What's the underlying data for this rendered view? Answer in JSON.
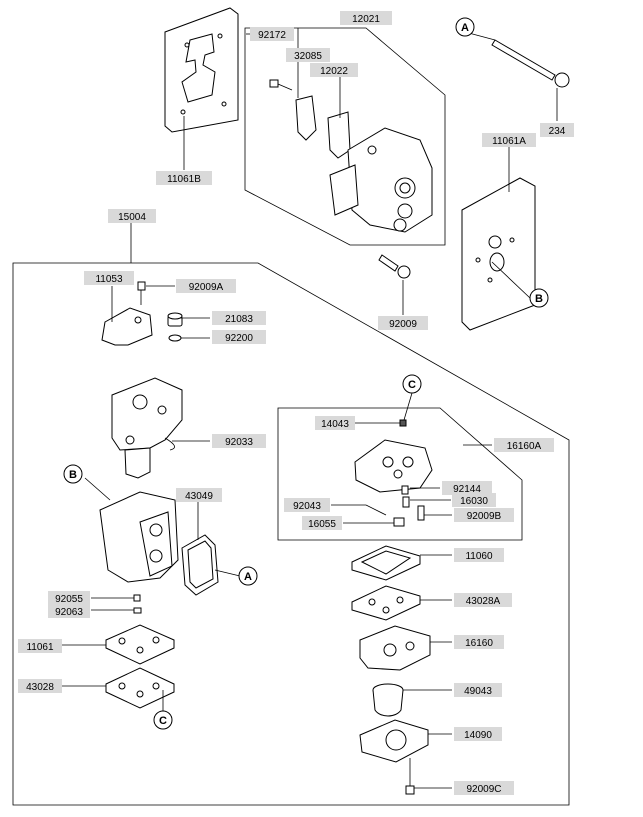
{
  "labels": {
    "p12021": "12021",
    "p92172": "92172",
    "p32085": "32085",
    "p12022": "12022",
    "p234": "234",
    "p11061A": "11061A",
    "p11061B": "11061B",
    "p15004": "15004",
    "p11053": "11053",
    "p92009A": "92009A",
    "p21083": "21083",
    "p92200": "92200",
    "p92009": "92009",
    "p14043": "14043",
    "p16160A": "16160A",
    "p92033": "92033",
    "p43049": "43049",
    "p92144": "92144",
    "p92043": "92043",
    "p16030": "16030",
    "p16055": "16055",
    "p92009B": "92009B",
    "p11060": "11060",
    "p92055": "92055",
    "p92063": "92063",
    "p43028A": "43028A",
    "p11061": "11061",
    "p16160": "16160",
    "p43028": "43028",
    "p49043": "49043",
    "p14090": "14090",
    "p92009C": "92009C"
  },
  "markers": {
    "A": "A",
    "B": "B",
    "C": "C"
  }
}
